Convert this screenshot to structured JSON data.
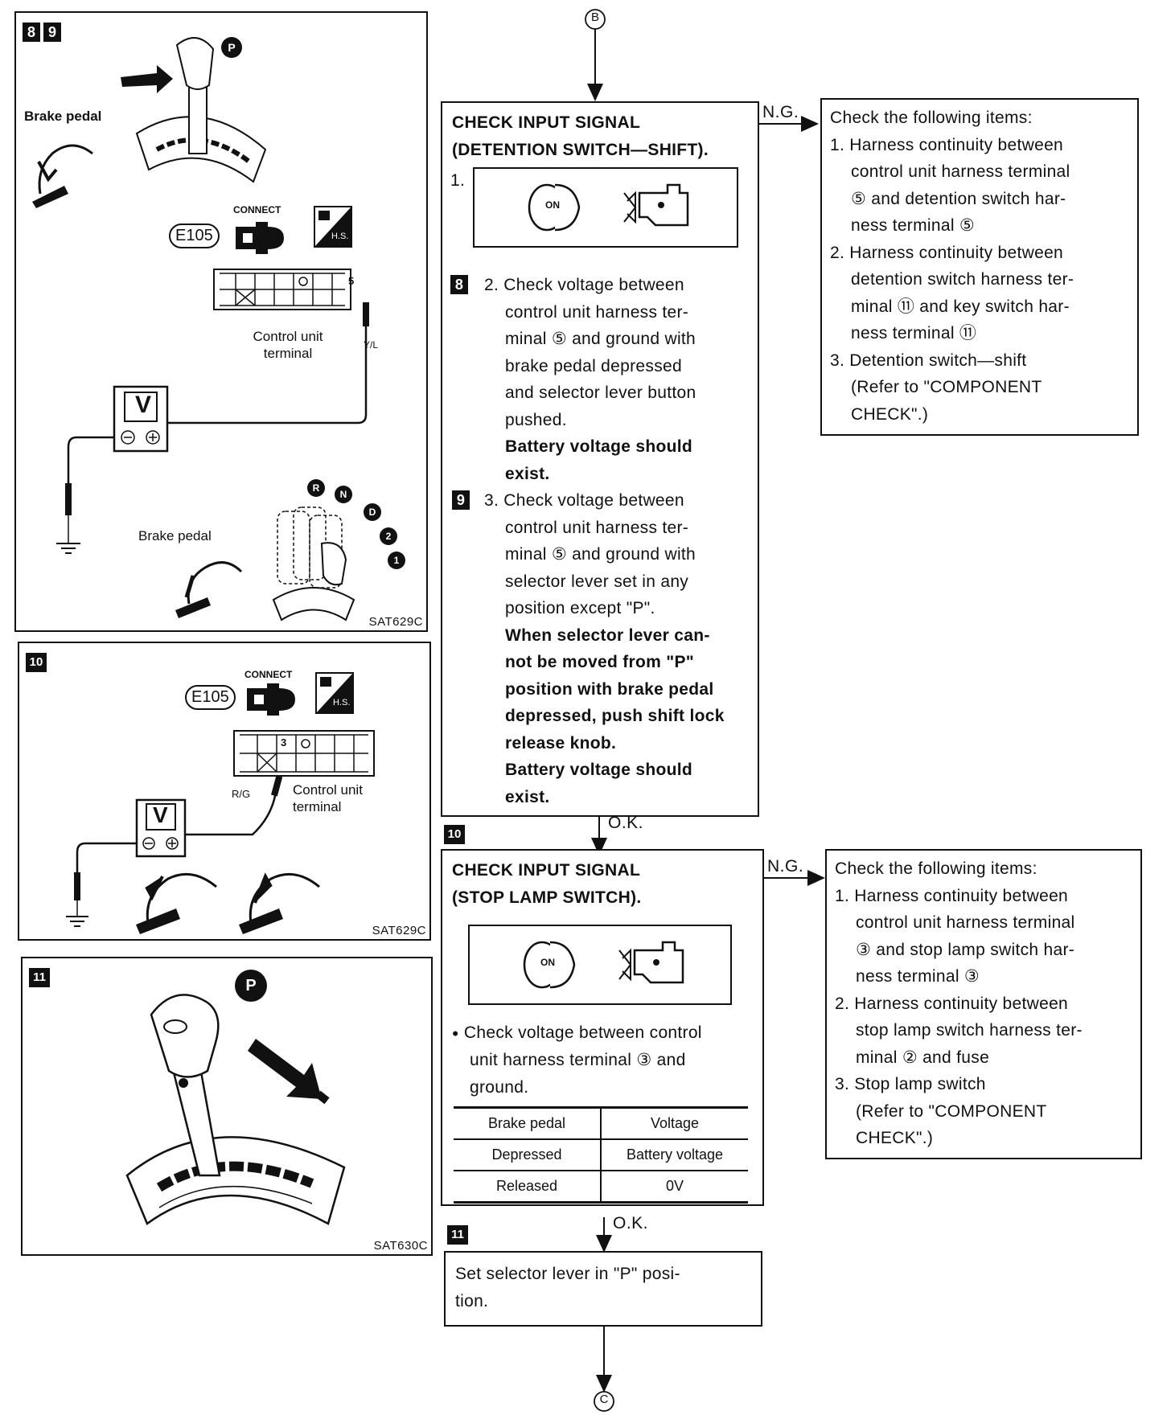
{
  "connector_top": "B",
  "connector_bottom": "C",
  "panel_89": {
    "badges": [
      "8",
      "9"
    ],
    "p_label": "P",
    "brake_label_top": "Brake pedal",
    "connect_label": "CONNECT",
    "connector_code": "E105",
    "hs_label": "H.S.",
    "terminal_number": "5",
    "control_unit_label": "Control unit terminal",
    "wire_color": "Y/L",
    "meter_label": "V",
    "brake_label_bottom": "Brake pedal",
    "gears": [
      "R",
      "N",
      "D",
      "2",
      "1"
    ],
    "figure_id": "SAT629C"
  },
  "panel_10": {
    "badge": "10",
    "connect_label": "CONNECT",
    "connector_code": "E105",
    "hs_label": "H.S.",
    "terminal_number": "3",
    "wire_color": "R/G",
    "control_unit_label": "Control unit terminal",
    "meter_label": "V",
    "figure_id": "SAT629C"
  },
  "panel_11": {
    "badge": "11",
    "p_label": "P",
    "figure_id": "SAT630C"
  },
  "step1": {
    "title_line1": "CHECK INPUT SIGNAL",
    "title_line2": "(DETENTION SWITCH—SHIFT).",
    "item1": "1.",
    "on_label": "ON",
    "step2_badge": "8",
    "step2_lines": [
      "2. Check voltage between",
      "control unit harness ter-",
      "minal ⑤ and ground with",
      "brake pedal depressed",
      "and selector lever button",
      "pushed."
    ],
    "step2_result": [
      "Battery voltage should",
      "exist."
    ],
    "step3_badge": "9",
    "step3_lines": [
      "3. Check voltage between",
      "control unit harness ter-",
      "minal ⑤ and ground with",
      "selector lever set in any",
      "position except \"P\"."
    ],
    "step3_note": [
      "When selector lever can-",
      "not be moved from \"P\"",
      "position with brake pedal",
      "depressed, push shift lock",
      "release knob."
    ],
    "step3_result": [
      "Battery voltage should",
      "exist."
    ]
  },
  "ng1": {
    "label": "N.G.",
    "lines": [
      "Check the following items:",
      "1. Harness continuity between",
      "control unit harness terminal",
      "⑤ and detention switch har-",
      "ness terminal ⑤",
      "2. Harness continuity between",
      "detention switch harness ter-",
      "minal ⑪ and key switch har-",
      "ness terminal ⑪",
      "3. Detention switch—shift",
      "(Refer to \"COMPONENT",
      "CHECK\".)"
    ]
  },
  "ok1": {
    "label": "O.K.",
    "badge": "10"
  },
  "step2": {
    "title_line1": "CHECK INPUT SIGNAL",
    "title_line2": "(STOP LAMP SWITCH).",
    "on_label": "ON",
    "bullet_lines": [
      "Check voltage between control",
      "unit harness terminal ③ and",
      "ground."
    ],
    "table_header": [
      "Brake pedal",
      "Voltage"
    ],
    "table_rows": [
      [
        "Depressed",
        "Battery voltage"
      ],
      [
        "Released",
        "0V"
      ]
    ]
  },
  "ng2": {
    "label": "N.G.",
    "lines": [
      "Check the following items:",
      "1. Harness continuity between",
      "control unit harness terminal",
      "③ and stop lamp switch har-",
      "ness terminal ③",
      "2. Harness continuity between",
      "stop lamp switch harness ter-",
      "minal ② and fuse",
      "3. Stop lamp switch",
      "(Refer to \"COMPONENT",
      "CHECK\".)"
    ]
  },
  "ok2": {
    "label": "O.K.",
    "badge": "11"
  },
  "step3": {
    "lines": [
      "Set selector lever in \"P\" posi-",
      "tion."
    ]
  }
}
